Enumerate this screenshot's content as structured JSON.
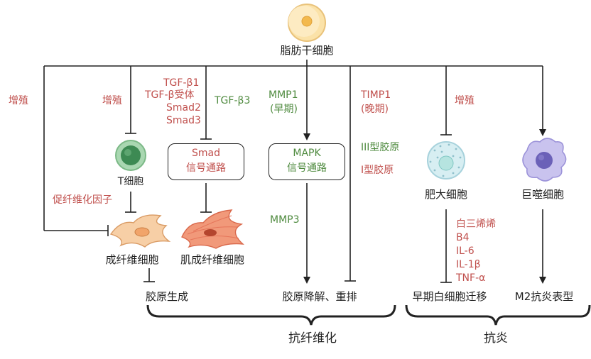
{
  "top_cell": "脂肪干细胞",
  "branches": {
    "fibroblast_prolif": "增殖",
    "t_prolif": "增殖",
    "tgf_list": [
      "TGF-β1",
      "TGF-β受体",
      "Smad2",
      "Smad3"
    ],
    "tgf_b3": "TGF-β3",
    "mmp1": [
      "MMP1",
      "(早期)"
    ],
    "timp1": [
      "TIMP1",
      "(晚期)"
    ],
    "collagen_types": [
      "III型胶原",
      "I型胶原"
    ],
    "mast_prolif": "增殖"
  },
  "boxes": {
    "smad": [
      "Smad",
      "信号通路"
    ],
    "mapk": [
      "MAPK",
      "信号通路"
    ]
  },
  "cells": {
    "t_cell": "T细胞",
    "fibroblast": "成纤维细胞",
    "myofibroblast": "肌成纤维细胞",
    "mast_cell": "肥大细胞",
    "macrophage": "巨噬细胞"
  },
  "labels": {
    "fib_factor": "促纤维化因子",
    "mmp3": "MMP3",
    "mediators": [
      "白三烯烯",
      "B4",
      "IL-6",
      "IL-1β",
      "TNF-α"
    ]
  },
  "outcomes": {
    "collagen_gen": "胶原生成",
    "collagen_deg": "胶原降解、重排",
    "leuko": "早期白细胞迁移",
    "m2": "M2抗炎表型"
  },
  "groups": {
    "anti_fibrosis": "抗纤维化",
    "anti_inflam": "抗炎"
  },
  "colors": {
    "inhibit_red": "#c0504d",
    "promote_green": "#4e8a3e",
    "line": "#222222"
  }
}
